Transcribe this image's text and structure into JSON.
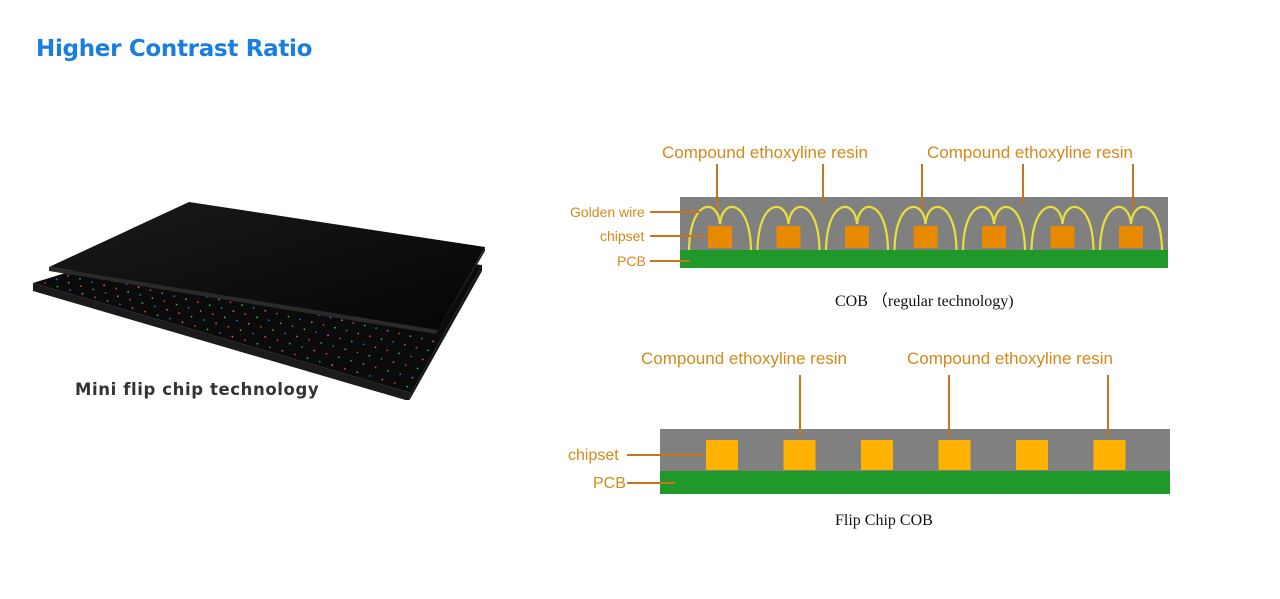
{
  "header": {
    "title": "Higher Contrast Ratio"
  },
  "left_panel": {
    "caption": "Mini flip chip technology"
  },
  "cob_diagram": {
    "resin_labels": [
      "Compound ethoxyline resin",
      "Compound ethoxyline resin"
    ],
    "golden_wire_label": "Golden wire",
    "chipset_label": "chipset",
    "pcb_label": "PCB",
    "caption": "COB （regular technology)",
    "chip_count": 7
  },
  "flip_diagram": {
    "resin_labels": [
      "Compound ethoxyline resin",
      "Compound ethoxyline resin"
    ],
    "chipset_label": "chipset",
    "pcb_label": "PCB",
    "caption": "Flip Chip COB",
    "chip_count": 6
  },
  "colors": {
    "title": "#1a7ee0",
    "label": "#d4891a",
    "resin": "#808080",
    "pcb": "#1f9a2a",
    "cob_chip": "#e88a00",
    "flip_chip": "#ffb300",
    "wire": "#e8e03a",
    "leader": "#c8741e"
  }
}
